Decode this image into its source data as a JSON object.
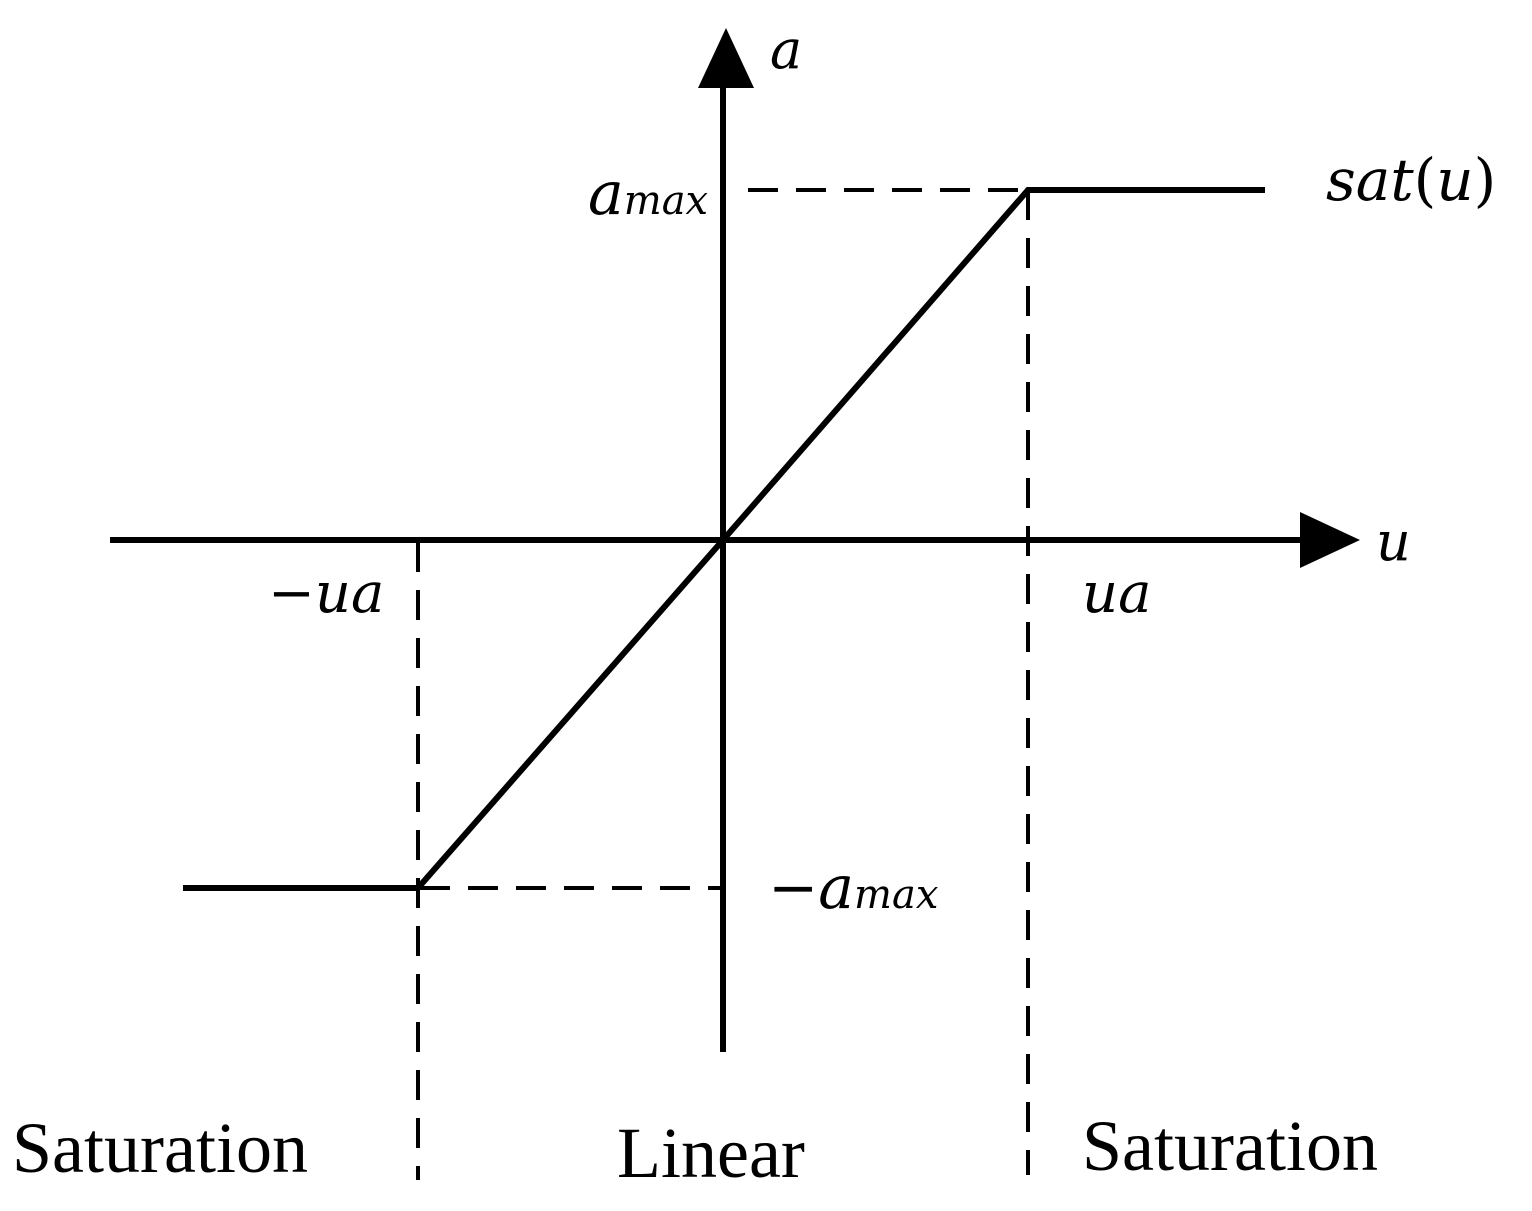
{
  "diagram": {
    "axes": {
      "x_label": "u",
      "y_label": "a"
    },
    "ticks": {
      "pos_u_base": "u",
      "pos_u_sub": "a",
      "neg_u_base": "−u",
      "neg_u_sub": "a",
      "amax_base": "a",
      "amax_sub": "max",
      "neg_amax_base": "−a",
      "neg_amax_sub": "max"
    },
    "function_label": {
      "sat": "sat",
      "open": "(",
      "arg": "u",
      "close": ")"
    },
    "regions": {
      "left": "Saturation",
      "middle": "Linear",
      "right": "Saturation"
    },
    "colors": {
      "ink": "#000000",
      "background": "#ffffff"
    }
  }
}
